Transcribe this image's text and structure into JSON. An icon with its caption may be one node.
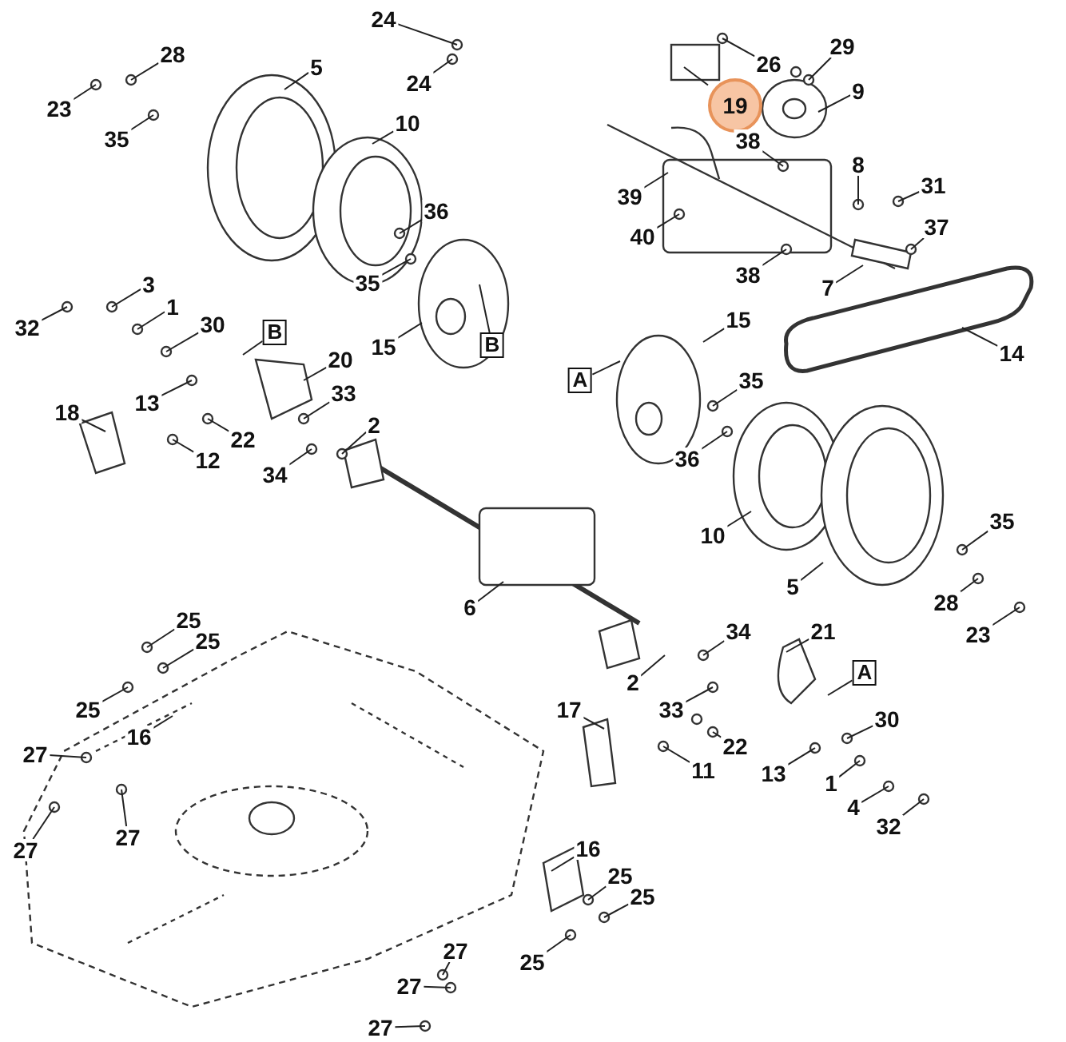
{
  "diagram": {
    "nodes": [
      {
        "text": [
          "24"
        ]
      },
      {
        "text": [
          "28"
        ]
      },
      {
        "text": [
          "5"
        ]
      },
      {
        "text": [
          "29"
        ]
      },
      {
        "text": [
          "23"
        ]
      },
      {
        "text": [
          "24"
        ]
      },
      {
        "text": [
          "26"
        ]
      },
      {
        "text": [
          "19"
        ]
      },
      {
        "text": [
          "9"
        ]
      },
      {
        "text": [
          "10"
        ]
      },
      {
        "text": [
          "35"
        ]
      },
      {
        "text": [
          "38"
        ]
      },
      {
        "text": [
          "8"
        ]
      },
      {
        "text": [
          "36"
        ]
      },
      {
        "text": [
          "39"
        ]
      },
      {
        "text": [
          "31"
        ]
      },
      {
        "text": [
          "37"
        ]
      },
      {
        "text": [
          "40"
        ]
      },
      {
        "text": [
          "35"
        ]
      },
      {
        "text": [
          "3"
        ]
      },
      {
        "text": [
          "38"
        ]
      },
      {
        "text": [
          "7"
        ]
      },
      {
        "text": [
          "32"
        ]
      },
      {
        "text": [
          "1"
        ]
      },
      {
        "text": [
          "30"
        ]
      },
      {
        "text": [
          "B"
        ]
      },
      {
        "text": [
          "14"
        ]
      },
      {
        "text": [
          "15"
        ]
      },
      {
        "text": [
          "B"
        ]
      },
      {
        "text": [
          "15"
        ]
      },
      {
        "text": [
          "20"
        ]
      },
      {
        "text": [
          "A"
        ]
      },
      {
        "text": [
          "13"
        ]
      },
      {
        "text": [
          "33"
        ]
      },
      {
        "text": [
          "18"
        ]
      },
      {
        "text": [
          "35"
        ]
      },
      {
        "text": [
          "22"
        ]
      },
      {
        "text": [
          "12"
        ]
      },
      {
        "text": [
          "2"
        ]
      },
      {
        "text": [
          "34"
        ]
      },
      {
        "text": [
          "36"
        ]
      },
      {
        "text": [
          "10"
        ]
      },
      {
        "text": [
          "35"
        ]
      },
      {
        "text": [
          "5"
        ]
      },
      {
        "text": [
          "6"
        ]
      },
      {
        "text": [
          "28"
        ]
      },
      {
        "text": [
          "23"
        ]
      },
      {
        "text": [
          "25"
        ]
      },
      {
        "text": [
          "34"
        ]
      },
      {
        "text": [
          "21"
        ]
      },
      {
        "text": [
          "25"
        ]
      },
      {
        "text": [
          "A"
        ]
      },
      {
        "text": [
          "2"
        ]
      },
      {
        "text": [
          "25"
        ]
      },
      {
        "text": [
          "16"
        ]
      },
      {
        "text": [
          "33"
        ]
      },
      {
        "text": [
          "30"
        ]
      },
      {
        "text": [
          "17"
        ]
      },
      {
        "text": [
          "22"
        ]
      },
      {
        "text": [
          "27"
        ]
      },
      {
        "text": [
          "11"
        ]
      },
      {
        "text": [
          "13"
        ]
      },
      {
        "text": [
          "1"
        ]
      },
      {
        "text": [
          "4"
        ]
      },
      {
        "text": [
          "27"
        ]
      },
      {
        "text": [
          "27"
        ]
      },
      {
        "text": [
          "32"
        ]
      },
      {
        "text": [
          "16"
        ]
      },
      {
        "text": [
          "25"
        ]
      },
      {
        "text": [
          "25"
        ]
      },
      {
        "text": [
          "25"
        ]
      },
      {
        "text": [
          "27"
        ]
      },
      {
        "text": [
          "27"
        ]
      },
      {
        "text": [
          "27"
        ]
      }
    ],
    "edges": [
      {
        "from": 0,
        "to": null,
        "arrow": "none"
      },
      {
        "from": 1,
        "to": null,
        "arrow": "none"
      },
      {
        "from": 2,
        "to": null,
        "arrow": "none"
      },
      {
        "from": 3,
        "to": null,
        "arrow": "none"
      },
      {
        "from": 4,
        "to": null,
        "arrow": "none"
      },
      {
        "from": 5,
        "to": null,
        "arrow": "none"
      },
      {
        "from": 6,
        "to": null,
        "arrow": "none"
      },
      {
        "from": 7,
        "to": null,
        "arrow": "none"
      },
      {
        "from": 8,
        "to": null,
        "arrow": "none"
      },
      {
        "from": 9,
        "to": null,
        "arrow": "none"
      },
      {
        "from": 10,
        "to": null,
        "arrow": "none"
      },
      {
        "from": 11,
        "to": null,
        "arrow": "none"
      },
      {
        "from": 12,
        "to": null,
        "arrow": "none"
      },
      {
        "from": 13,
        "to": null,
        "arrow": "none"
      },
      {
        "from": 14,
        "to": null,
        "arrow": "none"
      },
      {
        "from": 15,
        "to": null,
        "arrow": "none"
      },
      {
        "from": 16,
        "to": null,
        "arrow": "none"
      },
      {
        "from": 17,
        "to": null,
        "arrow": "none"
      },
      {
        "from": 18,
        "to": null,
        "arrow": "none"
      },
      {
        "from": 19,
        "to": null,
        "arrow": "none"
      },
      {
        "from": 20,
        "to": null,
        "arrow": "none"
      },
      {
        "from": 21,
        "to": null,
        "arrow": "none"
      },
      {
        "from": 22,
        "to": null,
        "arrow": "none"
      },
      {
        "from": 23,
        "to": null,
        "arrow": "none"
      },
      {
        "from": 24,
        "to": null,
        "arrow": "none"
      },
      {
        "from": 25,
        "to": null,
        "arrow": "none"
      },
      {
        "from": 26,
        "to": null,
        "arrow": "none"
      },
      {
        "from": 27,
        "to": null,
        "arrow": "none"
      },
      {
        "from": 28,
        "to": null,
        "arrow": "none"
      },
      {
        "from": 29,
        "to": null,
        "arrow": "none"
      },
      {
        "from": 30,
        "to": null,
        "arrow": "none"
      },
      {
        "from": 31,
        "to": null,
        "arrow": "none"
      },
      {
        "from": 32,
        "to": null,
        "arrow": "none"
      },
      {
        "from": 33,
        "to": null,
        "arrow": "none"
      },
      {
        "from": 34,
        "to": null,
        "arrow": "none"
      },
      {
        "from": 35,
        "to": null,
        "arrow": "none"
      },
      {
        "from": 36,
        "to": null,
        "arrow": "none"
      },
      {
        "from": 37,
        "to": null,
        "arrow": "none"
      },
      {
        "from": 38,
        "to": null,
        "arrow": "none"
      },
      {
        "from": 39,
        "to": null,
        "arrow": "none"
      },
      {
        "from": 40,
        "to": null,
        "arrow": "none"
      },
      {
        "from": 41,
        "to": null,
        "arrow": "none"
      },
      {
        "from": 42,
        "to": null,
        "arrow": "none"
      },
      {
        "from": 43,
        "to": null,
        "arrow": "none"
      },
      {
        "from": 44,
        "to": null,
        "arrow": "none"
      },
      {
        "from": 45,
        "to": null,
        "arrow": "none"
      },
      {
        "from": 46,
        "to": null,
        "arrow": "none"
      },
      {
        "from": 47,
        "to": null,
        "arrow": "none"
      },
      {
        "from": 48,
        "to": null,
        "arrow": "none"
      },
      {
        "from": 49,
        "to": null,
        "arrow": "none"
      },
      {
        "from": 50,
        "to": null,
        "arrow": "none"
      },
      {
        "from": 51,
        "to": null,
        "arrow": "none"
      },
      {
        "from": 52,
        "to": null,
        "arrow": "none"
      },
      {
        "from": 53,
        "to": null,
        "arrow": "none"
      },
      {
        "from": 54,
        "to": null,
        "arrow": "none"
      },
      {
        "from": 55,
        "to": null,
        "arrow": "none"
      },
      {
        "from": 56,
        "to": null,
        "arrow": "none"
      },
      {
        "from": 57,
        "to": null,
        "arrow": "none"
      },
      {
        "from": 58,
        "to": null,
        "arrow": "none"
      },
      {
        "from": 59,
        "to": null,
        "arrow": "none"
      },
      {
        "from": 60,
        "to": null,
        "arrow": "none"
      },
      {
        "from": 61,
        "to": null,
        "arrow": "none"
      },
      {
        "from": 62,
        "to": null,
        "arrow": "none"
      },
      {
        "from": 63,
        "to": null,
        "arrow": "none"
      },
      {
        "from": 64,
        "to": null,
        "arrow": "none"
      },
      {
        "from": 65,
        "to": null,
        "arrow": "none"
      },
      {
        "from": 66,
        "to": null,
        "arrow": "none"
      },
      {
        "from": 67,
        "to": null,
        "arrow": "none"
      },
      {
        "from": 68,
        "to": null,
        "arrow": "none"
      },
      {
        "from": 69,
        "to": null,
        "arrow": "none"
      },
      {
        "from": 70,
        "to": null,
        "arrow": "none"
      },
      {
        "from": 71,
        "to": null,
        "arrow": "none"
      },
      {
        "from": 72,
        "to": null,
        "arrow": "none"
      },
      {
        "from": 73,
        "to": null,
        "arrow": "none"
      }
    ]
  }
}
